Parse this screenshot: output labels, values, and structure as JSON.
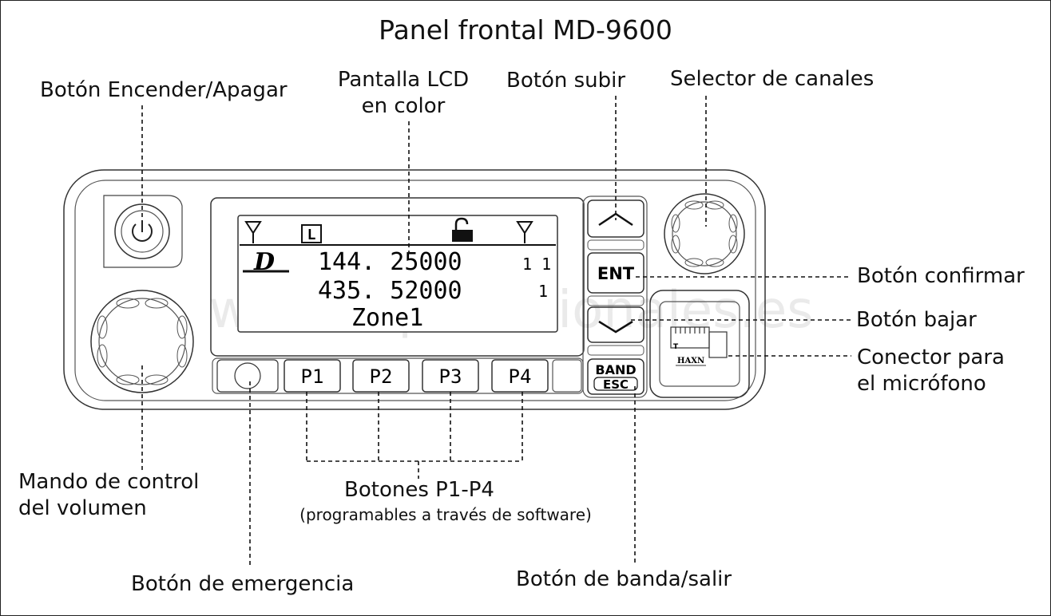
{
  "title": "Panel frontal MD-9600",
  "labels": {
    "power": "Botón Encender/Apagar",
    "lcd_line1": "Pantalla LCD",
    "lcd_line2": "en color",
    "up": "Botón subir",
    "channel": "Selector de canales",
    "confirm": "Botón confirmar",
    "down": "Botón bajar",
    "mic_line1": "Conector para",
    "mic_line2": "el micrófono",
    "volume_line1": "Mando de control",
    "volume_line2": "del volumen",
    "pbuttons": "Botones P1-P4",
    "pbuttons_note": "(programables a través de software)",
    "emergency": "Botón de emergencia",
    "band": "Botón de banda/salir"
  },
  "radio": {
    "buttons": {
      "p1": "P1",
      "p2": "P2",
      "p3": "P3",
      "p4": "P4",
      "ent": "ENT",
      "band": "BAND",
      "esc": "ESC"
    },
    "lcd": {
      "l_icon": "L",
      "freq1": "144. 25000",
      "freq1_right": "1 1",
      "freq2": "435. 52000",
      "freq2_right": "1",
      "zone": "Zone1"
    },
    "mic_brand": "HAXN",
    "mic_t": "T"
  },
  "watermark": "walkiesprofesionales.es"
}
